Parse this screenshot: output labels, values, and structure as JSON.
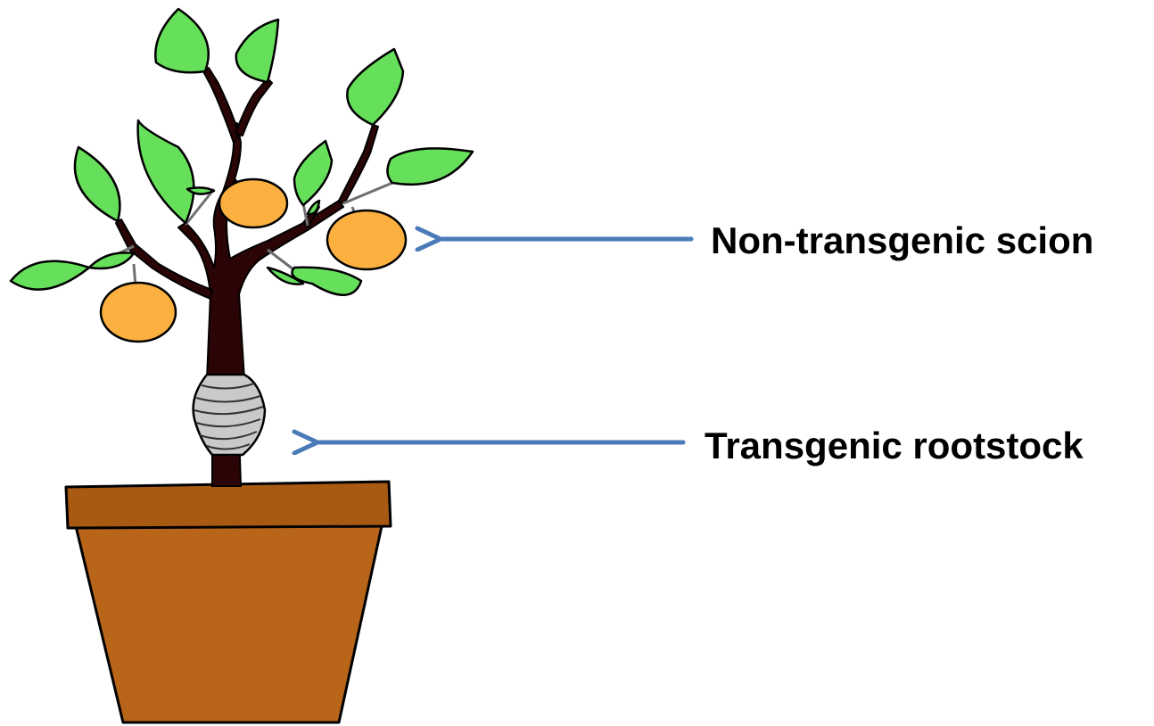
{
  "labels": {
    "scion": "Non-transgenic scion",
    "rootstock": "Transgenic rootstock"
  },
  "colors": {
    "leaf": "#66e05a",
    "fruit": "#fbb040",
    "trunk": "#2b0505",
    "graft_wrap": "#c9c9c9",
    "pot": "#b8651a",
    "pot_rim": "#a95a12",
    "arrow": "#4a7ab8",
    "outline": "#000000"
  },
  "icons": {
    "tree": "grafted-citrus-tree",
    "pot": "flower-pot",
    "arrow": "left-arrow"
  }
}
